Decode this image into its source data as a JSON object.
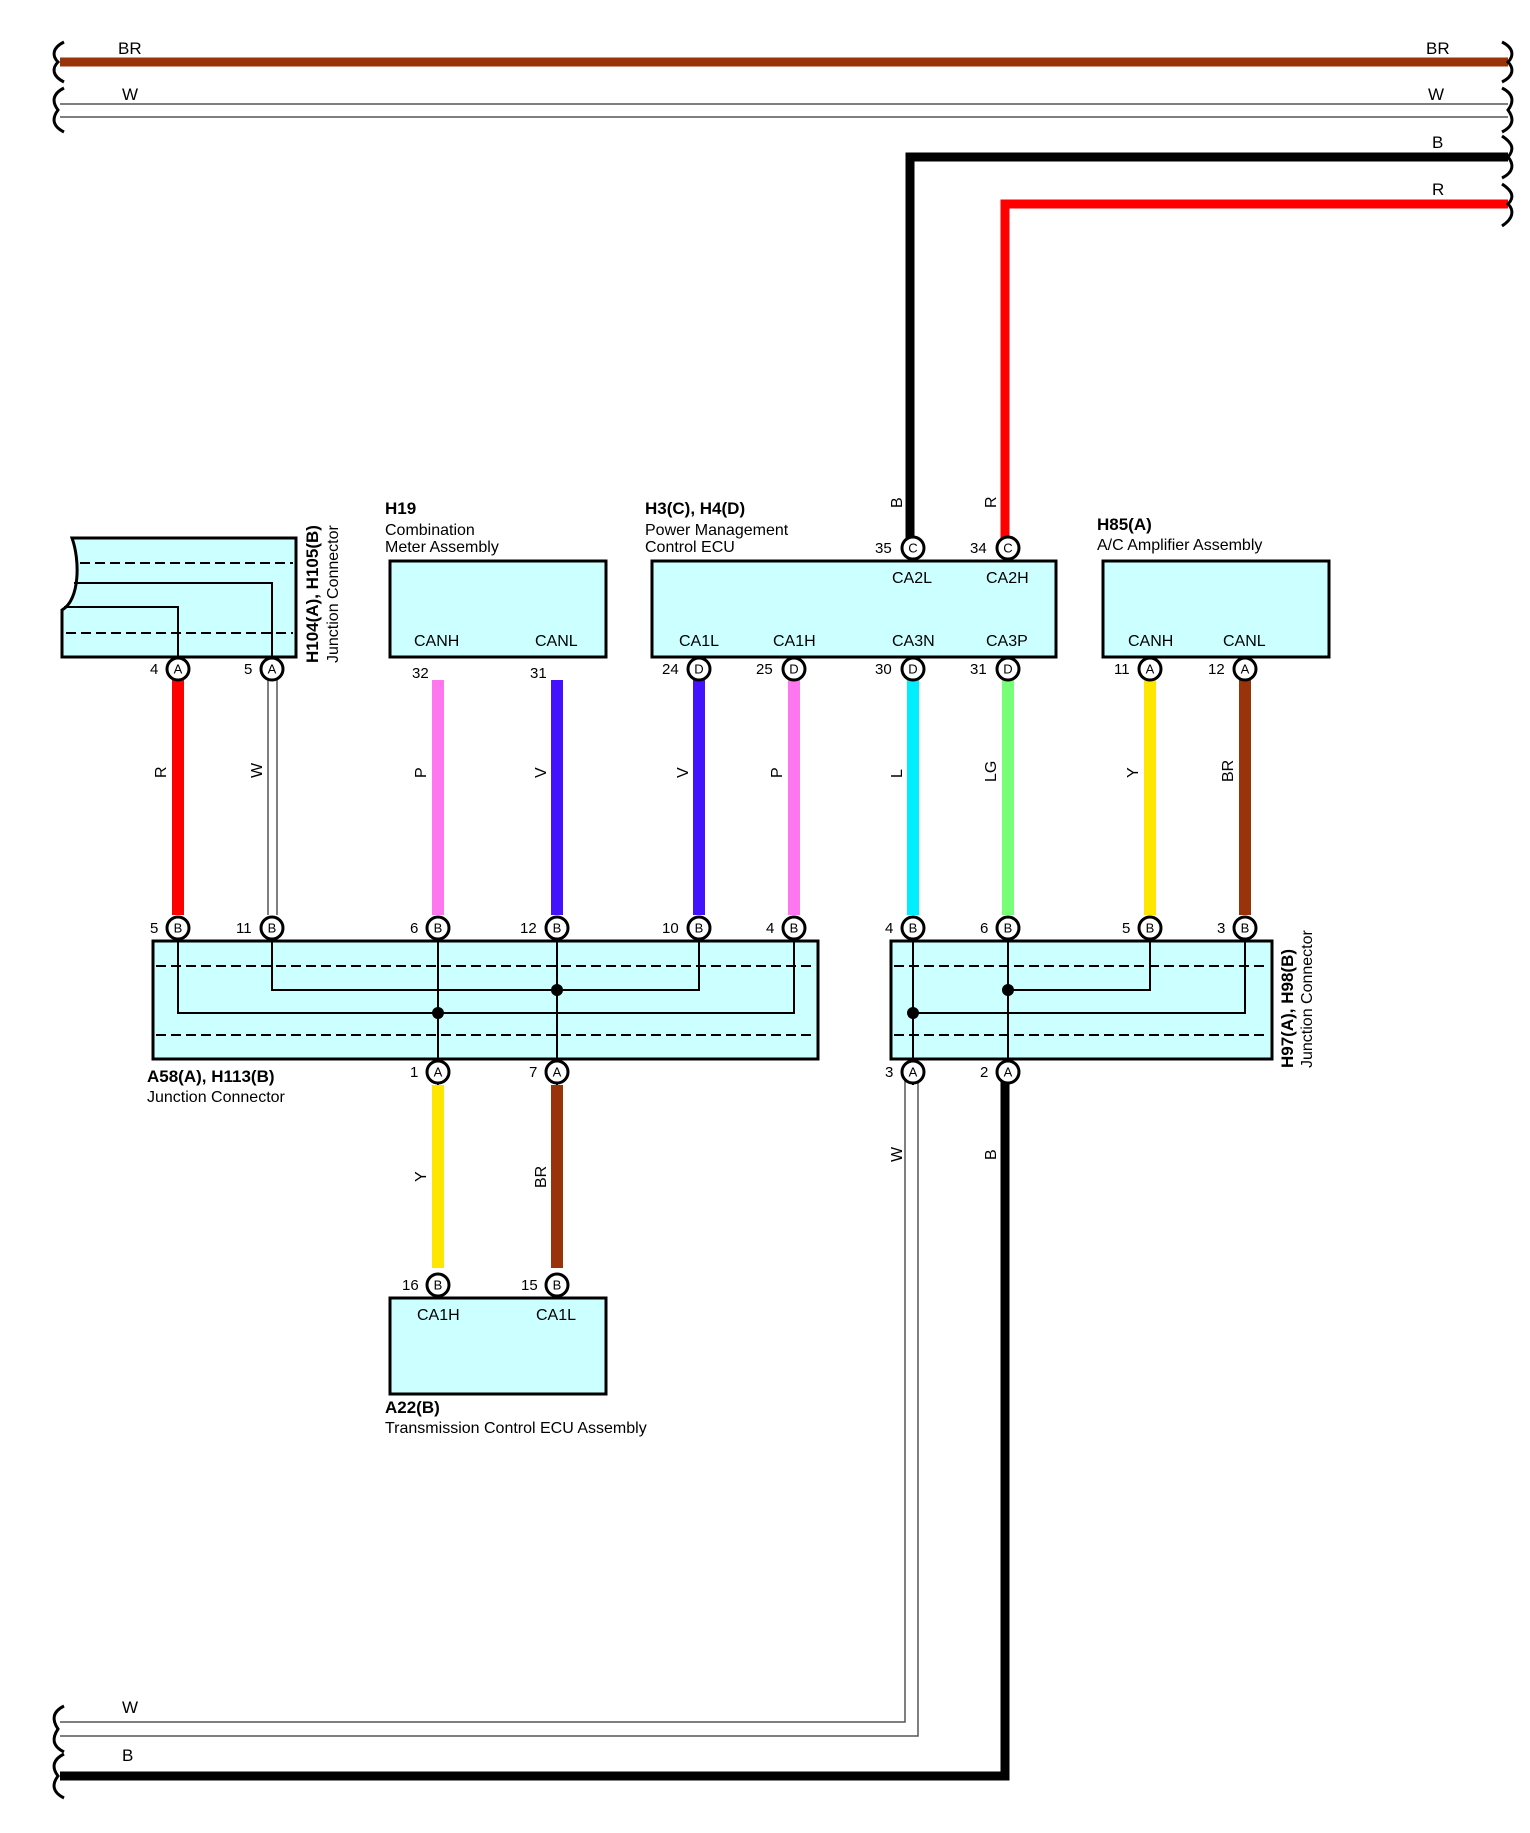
{
  "bus_wires": {
    "top_br": "BR",
    "top_w": "W",
    "top_b": "B",
    "top_r": "R",
    "bottom_w": "W",
    "bottom_b": "B"
  },
  "components": {
    "h104": {
      "title": "H104(A), H105(B)",
      "desc": "Junction Connector"
    },
    "h19": {
      "title": "H19",
      "desc1": "Combination",
      "desc2": "Meter Assembly",
      "pin_left": "CANH",
      "pin_right": "CANL"
    },
    "h3": {
      "title": "H3(C), H4(D)",
      "desc1": "Power Management",
      "desc2": "Control ECU",
      "pins_bottom": [
        "CA1L",
        "CA1H",
        "CA3N",
        "CA3P"
      ],
      "pins_top": [
        "CA2L",
        "CA2H"
      ]
    },
    "h85": {
      "title": "H85(A)",
      "desc": "A/C Amplifier Assembly",
      "pin_left": "CANH",
      "pin_right": "CANL"
    },
    "a58": {
      "title": "A58(A), H113(B)",
      "desc": "Junction Connector"
    },
    "h97": {
      "title": "H97(A), H98(B)",
      "desc": "Junction Connector"
    },
    "a22": {
      "title": "A22(B)",
      "desc": "Transmission Control ECU Assembly",
      "pin_left": "CA1H",
      "pin_right": "CA1L"
    }
  },
  "wire_labels": {
    "h104_4": "R",
    "h104_5": "W",
    "h19_32": "P",
    "h19_31": "V",
    "h3_24": "V",
    "h3_25": "P",
    "h3_30": "L",
    "h3_31": "LG",
    "h85_11": "Y",
    "h85_12": "BR",
    "h3_35": "B",
    "h3_34": "R",
    "a58_1": "Y",
    "a58_7": "BR",
    "h97_3": "W",
    "h97_2": "B"
  },
  "pin_numbers": {
    "h104_a": "4",
    "h104_b": "5",
    "h19_a": "32",
    "h19_b": "31",
    "h3_a": "24",
    "h3_b": "25",
    "h3_c": "30",
    "h3_d": "31",
    "h3_e": "35",
    "h3_f": "34",
    "h85_a": "11",
    "h85_b": "12",
    "a58_b1": "5",
    "a58_b2": "11",
    "a58_b3": "6",
    "a58_b4": "12",
    "a58_b5": "10",
    "a58_b6": "4",
    "a58_a1": "1",
    "a58_a2": "7",
    "h97_b1": "4",
    "h97_b2": "6",
    "h97_b3": "5",
    "h97_b4": "3",
    "h97_a1": "3",
    "h97_a2": "2",
    "a22_a": "16",
    "a22_b": "15"
  },
  "terminal_letters": {
    "A": "A",
    "B": "B",
    "C": "C",
    "D": "D"
  },
  "colors": {
    "BR": "#99330a",
    "W": "#ffffff",
    "B": "#000000",
    "R": "#ff0000",
    "P": "#ff77ee",
    "V": "#4411ff",
    "L": "#00eeff",
    "LG": "#77ff77",
    "Y": "#ffe600",
    "box": "#ccffff"
  }
}
